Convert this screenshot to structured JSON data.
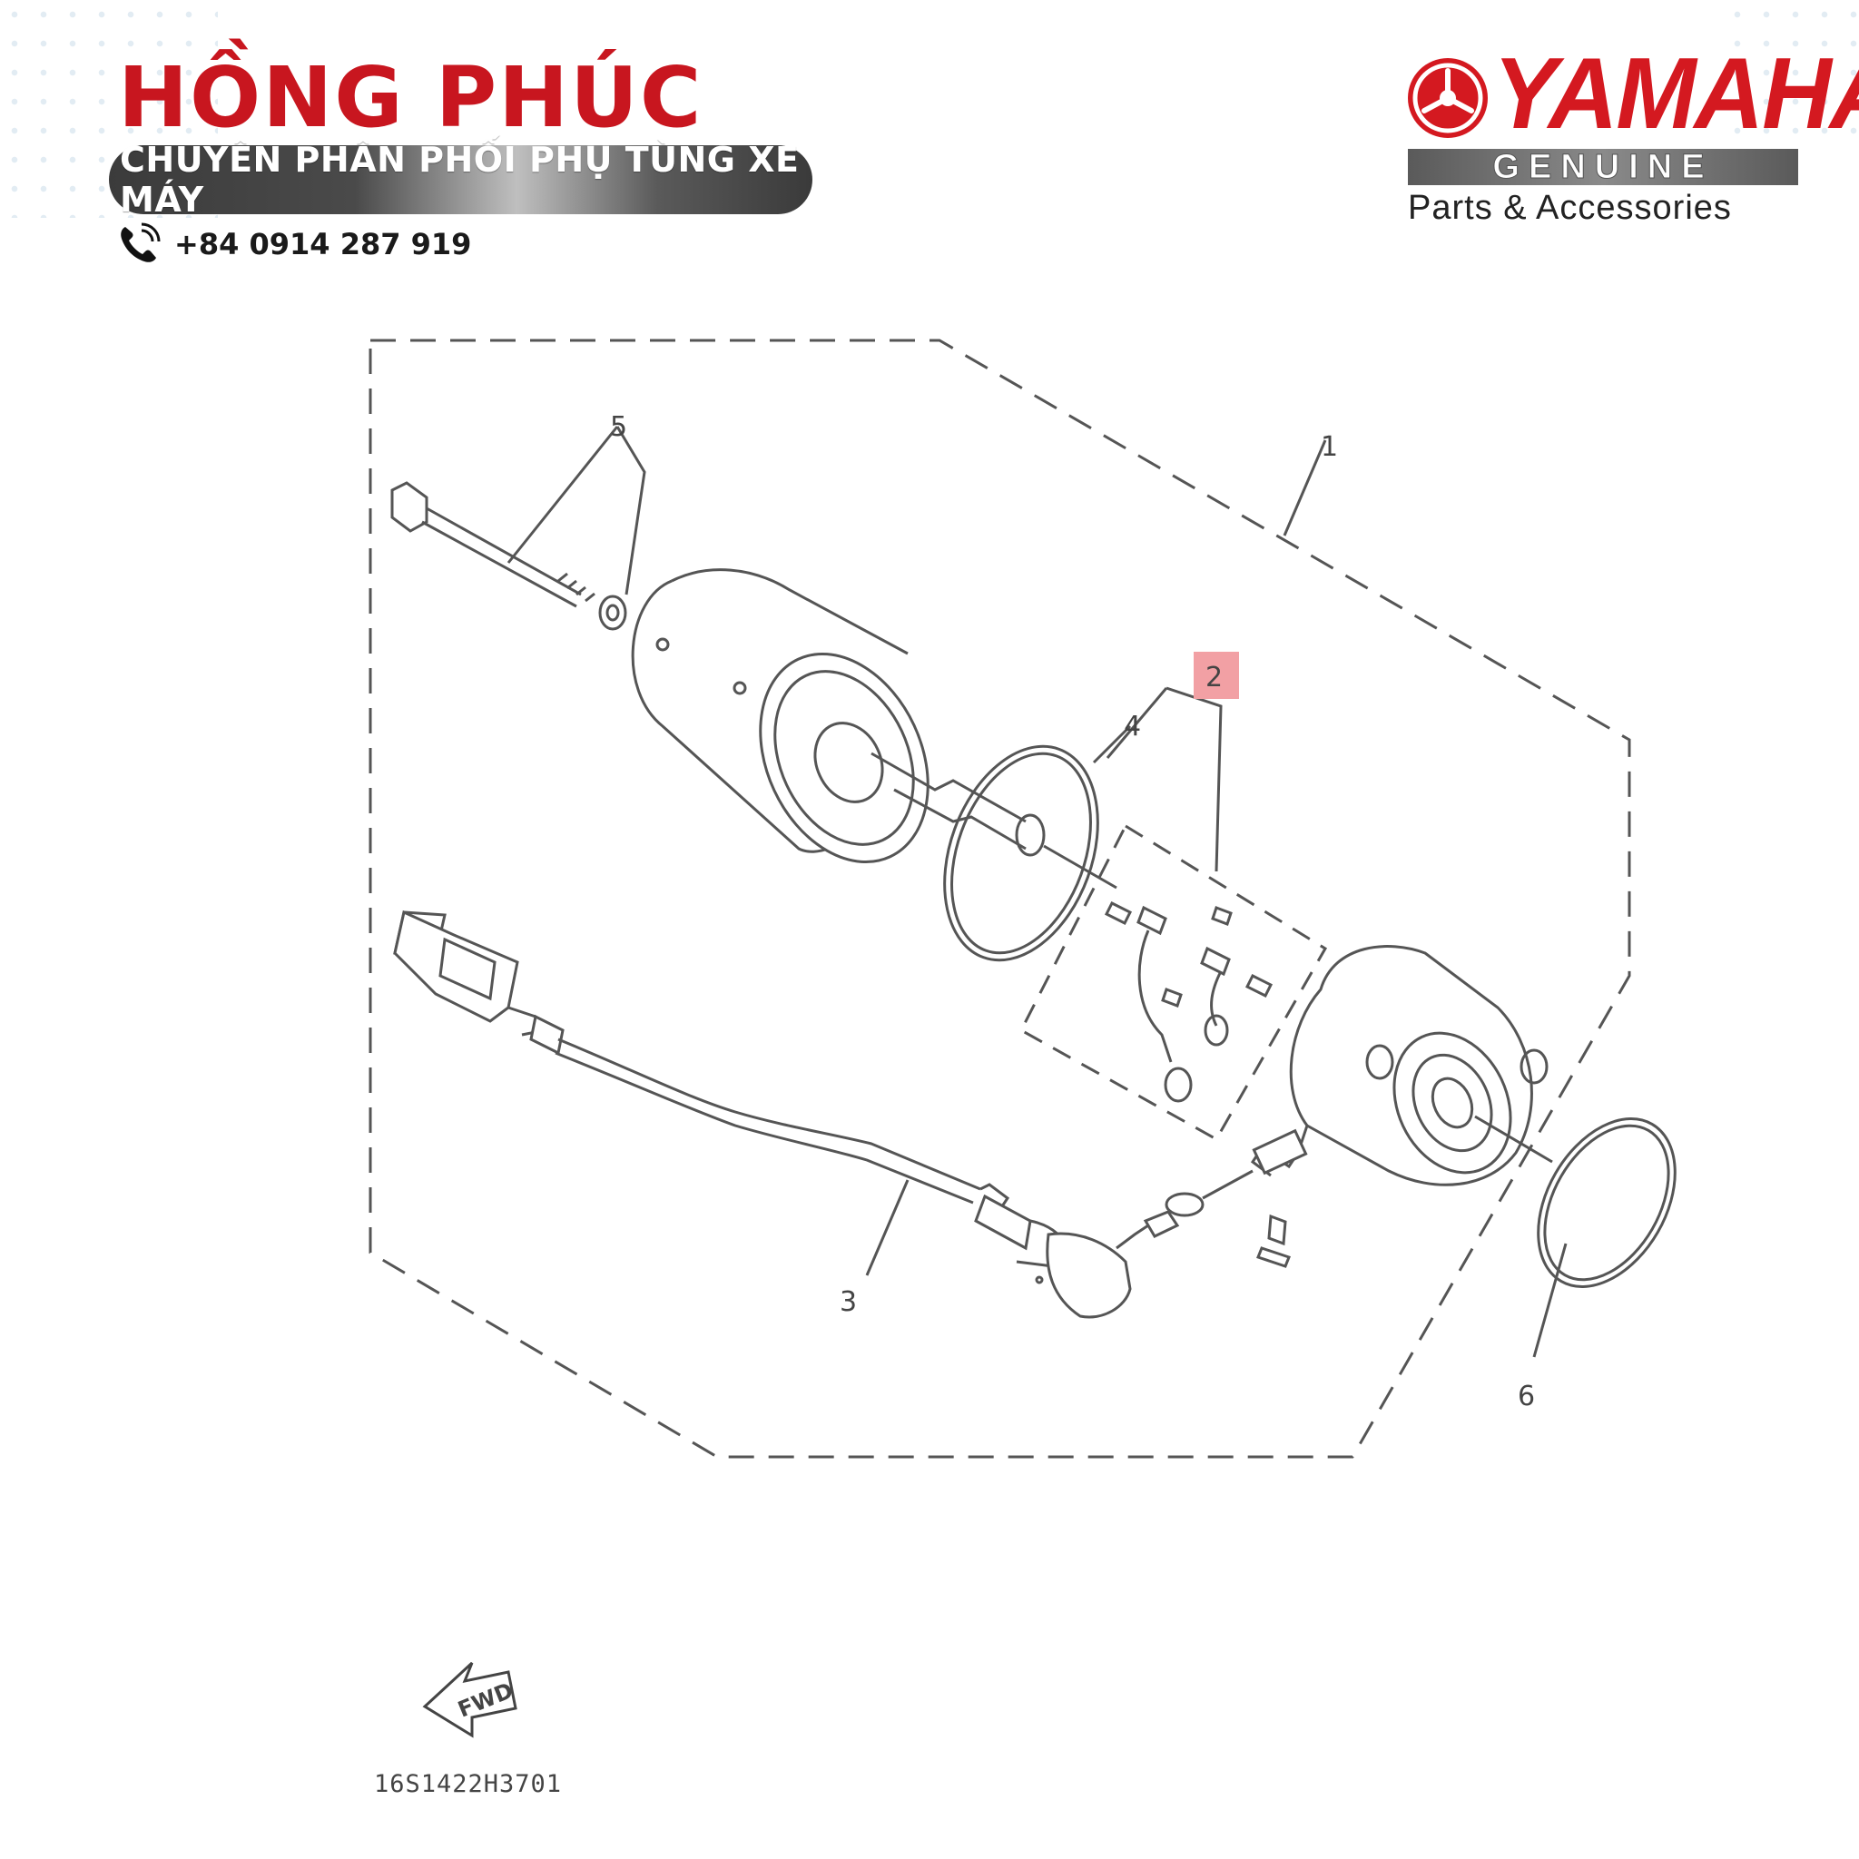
{
  "header": {
    "brand_name": "HỒNG PHÚC",
    "tagline": "CHUYÊN PHÂN PHỐI PHỤ TÙNG XE MÁY",
    "phone": "+84 0914 287 919",
    "phone_icon": "phone-icon"
  },
  "logo": {
    "wordmark": "YAMAHA",
    "genuine": "GENUINE",
    "parts": "Parts & Accessories",
    "emblem_icon": "tuning-fork-emblem-icon"
  },
  "diagram": {
    "callouts": [
      "1",
      "2",
      "3",
      "4",
      "5",
      "6"
    ],
    "highlighted_callout": "2",
    "fwd_label": "FWD",
    "code": "16S1422H3701"
  },
  "colors": {
    "brand_red": "#c8161f",
    "highlight_pink": "#f2a0a4",
    "line": "#555555"
  }
}
